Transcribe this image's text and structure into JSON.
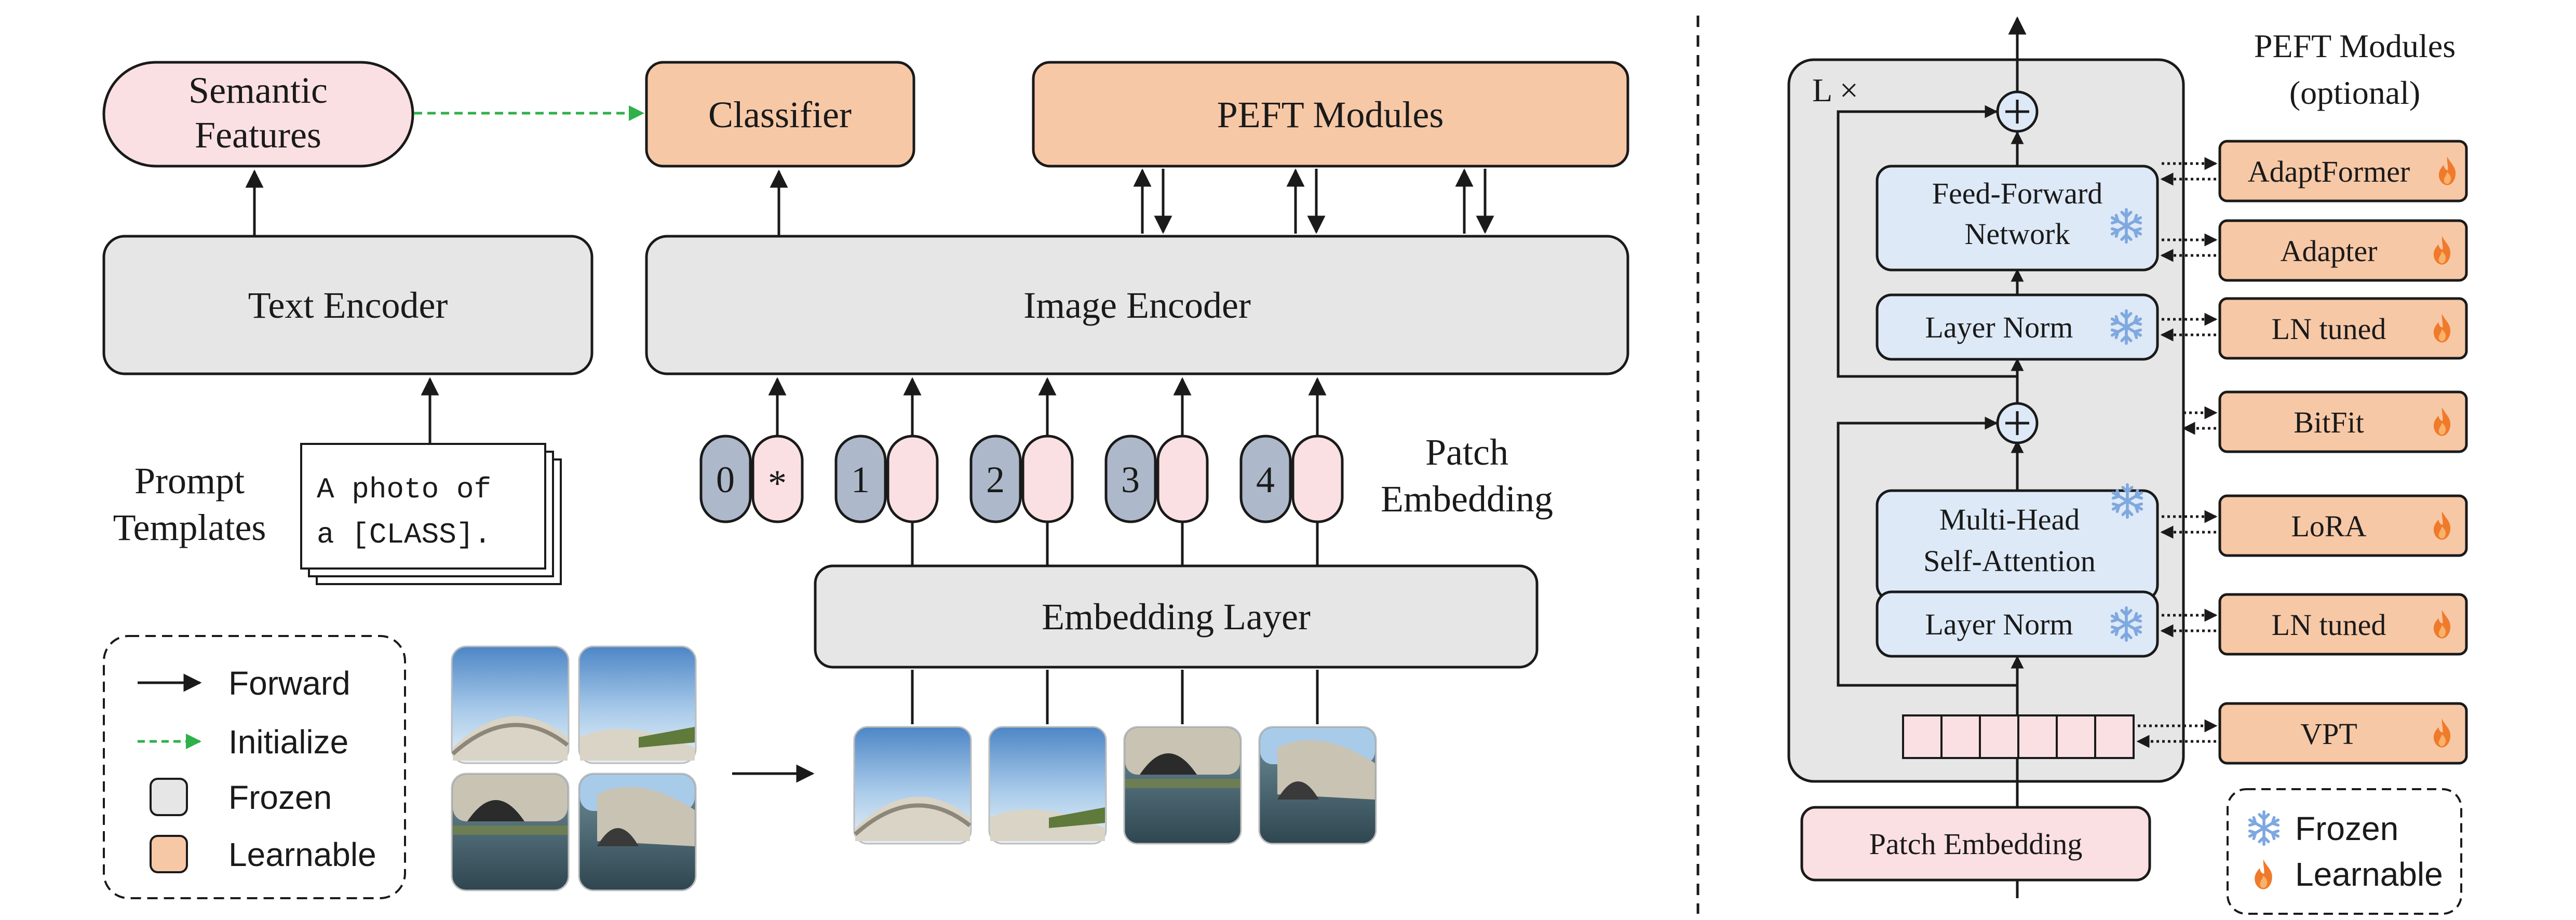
{
  "left_panel": {
    "semantic_features": [
      "Semantic",
      "Features"
    ],
    "classifier": "Classifier",
    "peft_modules_box": "PEFT Modules",
    "text_encoder": "Text Encoder",
    "image_encoder": "Image Encoder",
    "prompt_templates_label": [
      "Prompt",
      "Templates"
    ],
    "prompt_text": [
      "A photo of",
      "a [CLASS]."
    ],
    "patch_embedding_label": [
      "Patch",
      "Embedding"
    ],
    "embedding_layer": "Embedding Layer",
    "tokens": [
      {
        "index": "0",
        "second": "*"
      },
      {
        "index": "1",
        "second": ""
      },
      {
        "index": "2",
        "second": ""
      },
      {
        "index": "3",
        "second": ""
      },
      {
        "index": "4",
        "second": ""
      }
    ],
    "legend": {
      "forward": "Forward",
      "initialize": "Initialize",
      "frozen": "Frozen",
      "learnable": "Learnable"
    }
  },
  "right_panel": {
    "loop_label": "L ×",
    "title": [
      "PEFT Modules",
      "(optional)"
    ],
    "ffn": [
      "Feed-Forward",
      "Network"
    ],
    "layer_norm_top": "Layer Norm",
    "mhsa": [
      "Multi-Head",
      "Self-Attention"
    ],
    "layer_norm_bottom": "Layer Norm",
    "patch_embedding": "Patch Embedding",
    "modules": [
      "AdaptFormer",
      "Adapter",
      "LN tuned",
      "BitFit",
      "LoRA",
      "LN tuned",
      "VPT"
    ],
    "legend": {
      "frozen": "Frozen",
      "learnable": "Learnable"
    }
  },
  "colors": {
    "frozen_gray": "#e6e6e6",
    "learnable_orange": "#f7c8a6",
    "semantic_pink": "#fbe0e3",
    "token_gray_blue": "#adb9ca",
    "token_pink": "#fbe0e3",
    "module_light_blue": "#dde9f6",
    "initialize_green": "#2fb04a",
    "snow_blue": "#7fa8df",
    "flame_orange": "#f07a2b"
  }
}
